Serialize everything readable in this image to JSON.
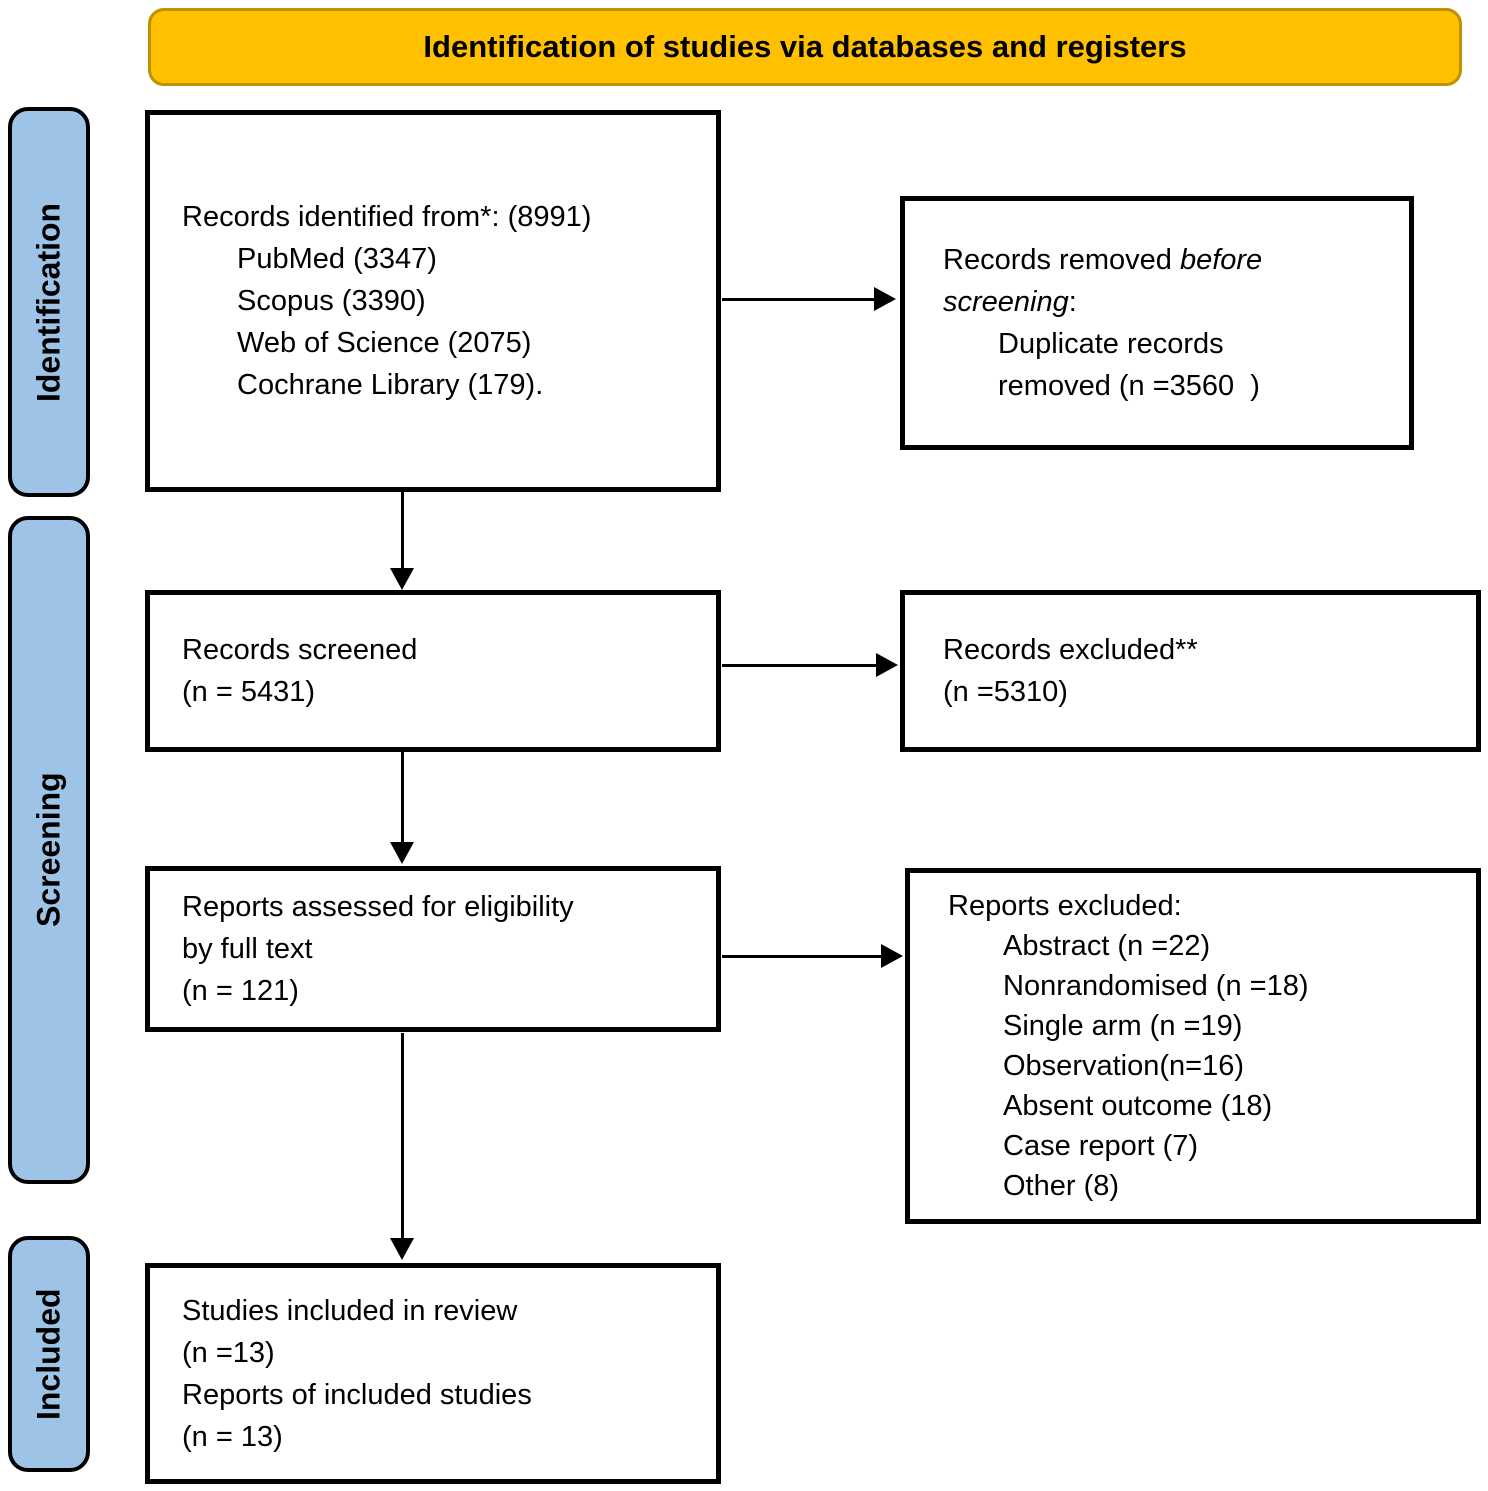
{
  "banner": {
    "label": "Identification of studies via databases and registers"
  },
  "colors": {
    "banner_fill": "#FFC000",
    "banner_border": "#BF9000",
    "stage_fill": "#9DC3E6",
    "ink": "#000000",
    "box_bg": "#FFFFFF"
  },
  "stages": [
    {
      "label": "Identification"
    },
    {
      "label": "Screening"
    },
    {
      "label": "Included"
    }
  ],
  "boxes": {
    "identified": {
      "title": "Records identified from*: (8991)",
      "items": [
        "PubMed (3347)",
        "Scopus (3390)",
        "Web of Science (2075)",
        "Cochrane Library (179)."
      ]
    },
    "removed": {
      "line1_normal": "Records removed ",
      "line1_italic": "before",
      "line2_italic": "screening",
      "line2_suffix": ":",
      "items": [
        "Duplicate records",
        "removed (n =3560  )"
      ]
    },
    "screened": {
      "lines": [
        "Records screened",
        "(n = 5431)"
      ]
    },
    "excluded_records": {
      "lines": [
        "Records excluded**",
        "(n =5310)"
      ]
    },
    "assessed": {
      "lines": [
        "Reports assessed for eligibility",
        "by full text",
        "(n = 121)"
      ]
    },
    "excluded_reports": {
      "title": "Reports excluded:",
      "items": [
        "Abstract (n =22)",
        "Nonrandomised (n =18)",
        "Single arm (n =19)",
        "Observation(n=16)",
        "Absent outcome (18)",
        "Case report (7)",
        "Other (8)"
      ]
    },
    "included": {
      "lines": [
        "Studies included in review",
        "(n =13)",
        "Reports of included studies",
        "(n = 13)"
      ]
    }
  }
}
